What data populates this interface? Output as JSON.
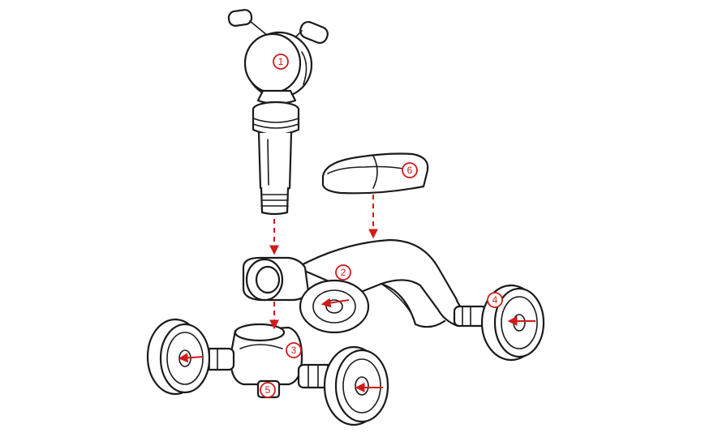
{
  "labels": {
    "part1": "1",
    "part2": "2",
    "part3": "3",
    "part4": "4",
    "part5": "5",
    "part6": "6"
  },
  "colors": {
    "outline": "#1a1a1a",
    "accent": "#d11a1a",
    "background": "#ffffff"
  }
}
